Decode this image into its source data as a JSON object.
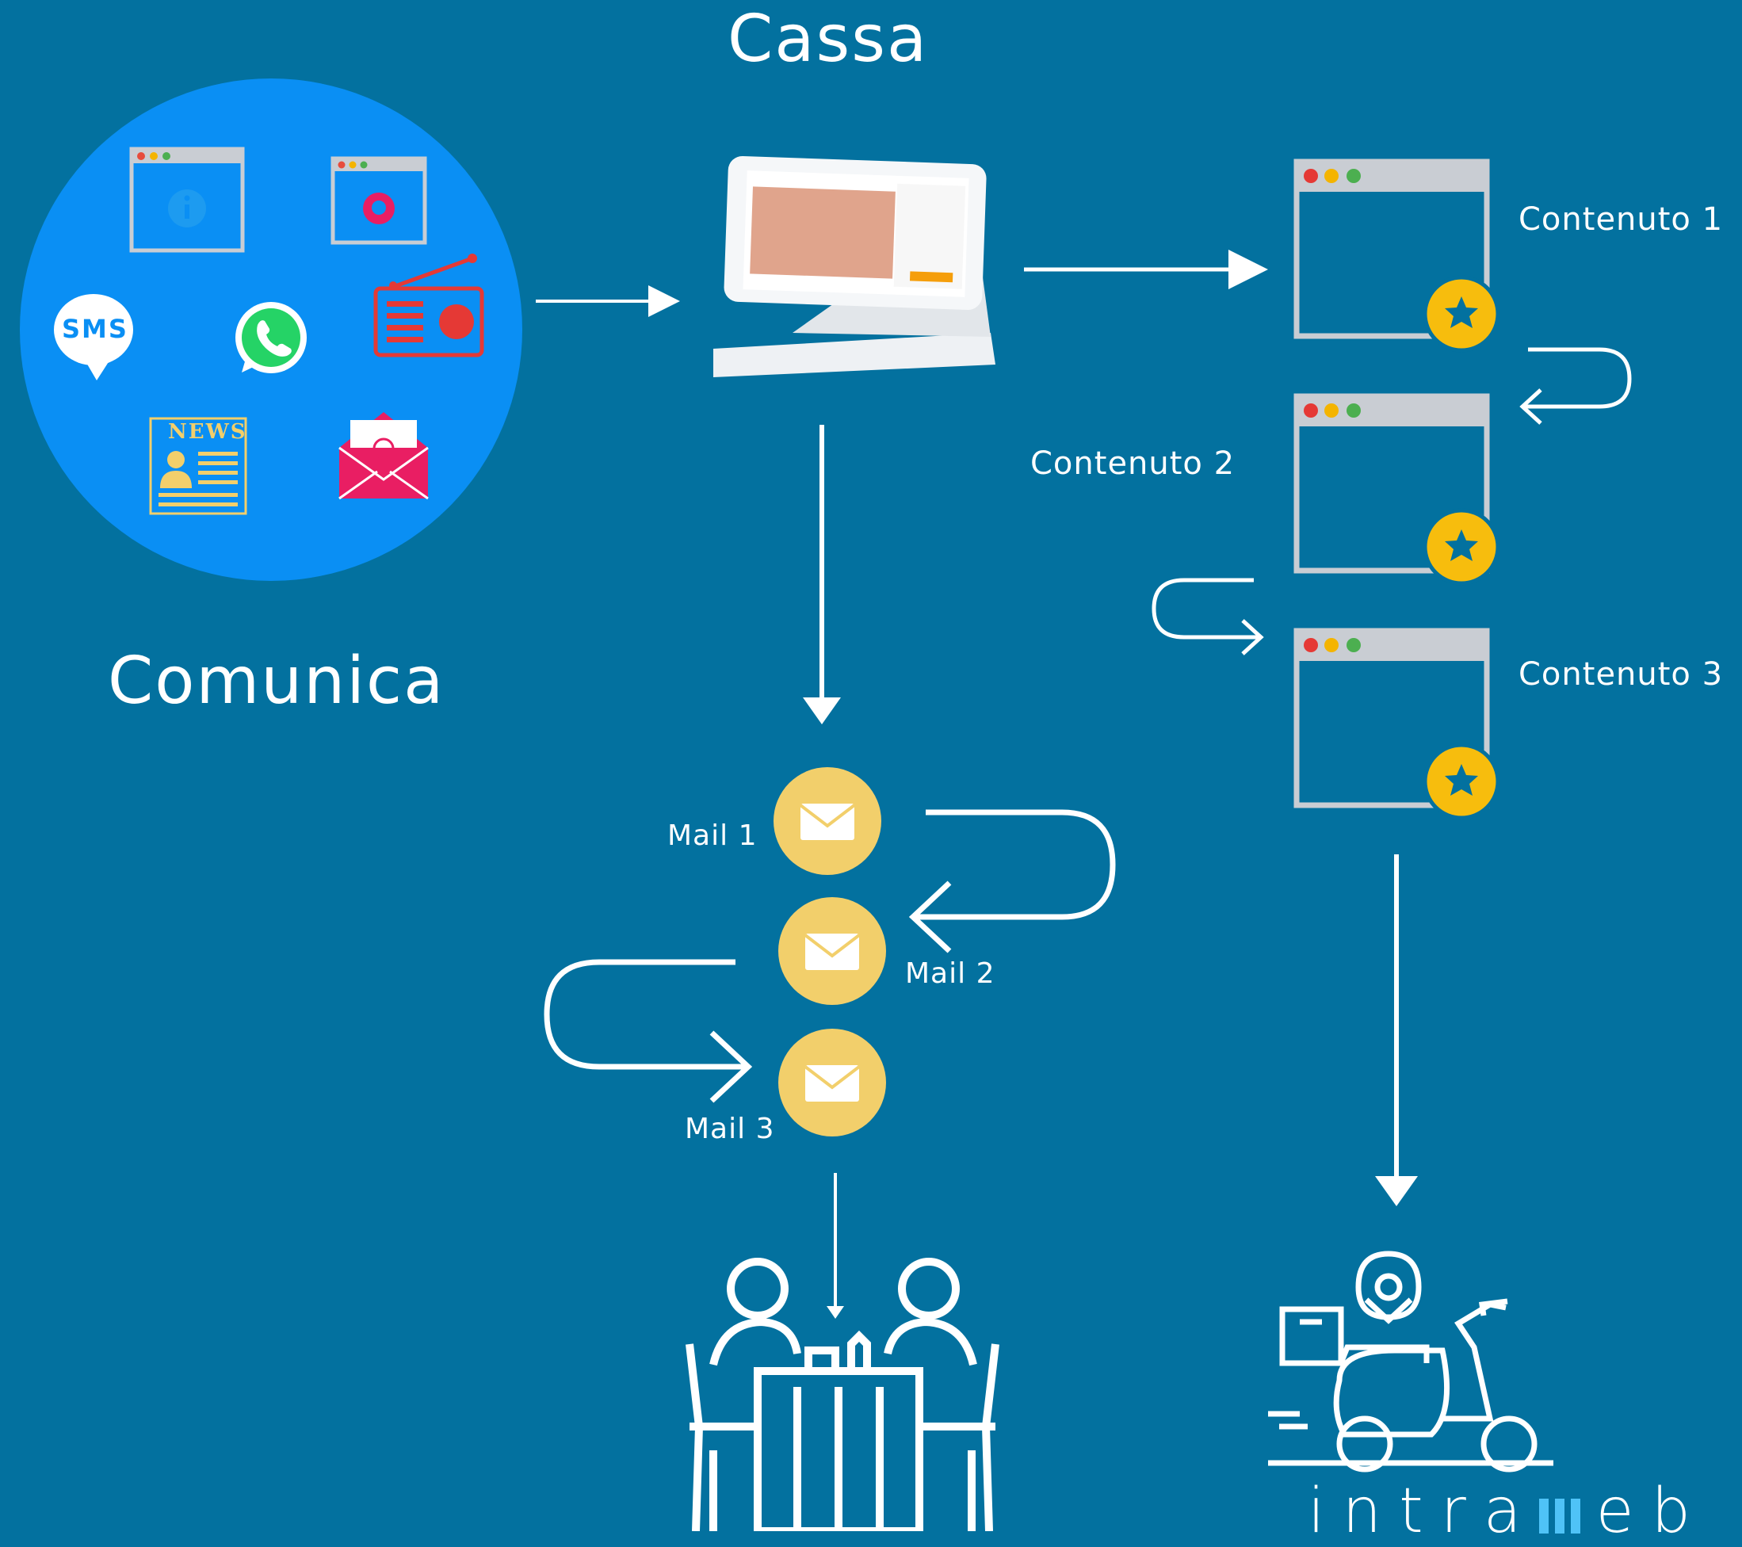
{
  "titles": {
    "cassa": "Cassa",
    "comunica": "Comunica"
  },
  "channels": {
    "sms": "SMS",
    "news": "NEWS"
  },
  "contents": [
    {
      "label": "Contenuto 1"
    },
    {
      "label": "Contenuto 2"
    },
    {
      "label": "Contenuto 3"
    }
  ],
  "mails": [
    {
      "label": "Mail 1"
    },
    {
      "label": "Mail 2"
    },
    {
      "label": "Mail 3"
    }
  ],
  "brand": {
    "pre": "intra",
    "post": "eb"
  },
  "colors": {
    "background": "#03719f",
    "circle": "#0a8ff4",
    "mail_bubble": "#f2cf6b",
    "star_badge": "#f7bd0d"
  }
}
